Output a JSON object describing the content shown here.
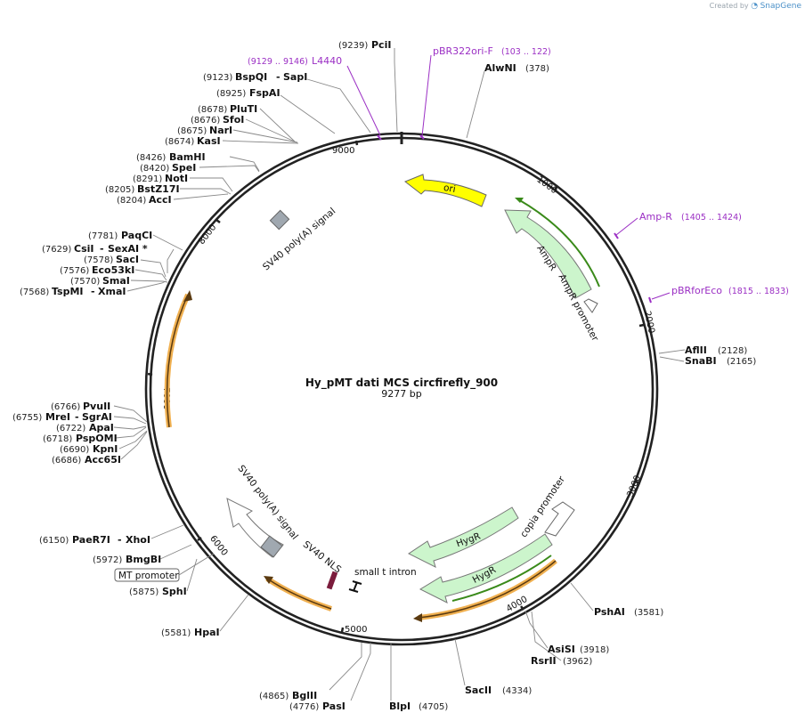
{
  "branding": {
    "created_by": "Created by",
    "app": "SnapGene"
  },
  "plasmid": {
    "name": "Hy_pMT dati MCS circfirefly_900",
    "length": "9277 bp"
  },
  "ticks": [
    "1000",
    "2000",
    "3000",
    "4000",
    "5000",
    "6000",
    "7000",
    "8000",
    "9000"
  ],
  "features": {
    "ori": "ori",
    "ampr": "AmpR",
    "ampr_promoter": "AmpR promoter",
    "sv40_polya_top": "SV40 poly(A) signal",
    "hygr_1": "HygR",
    "hygr_2": "HygR",
    "copia_promoter": "copia promoter",
    "sv40_polya_bottom": "SV40 poly(A) signal",
    "sv40_nls": "SV40 NLS",
    "small_t_intron": "small t intron",
    "mt_promoter": "MT promoter"
  },
  "primers": [
    {
      "name": "L4440",
      "range": "(9129 .. 9146)"
    },
    {
      "name": "pBR322ori-F",
      "range": "(103 .. 122)"
    },
    {
      "name": "Amp-R",
      "range": "(1405 .. 1424)"
    },
    {
      "name": "pBRforEco",
      "range": "(1815 .. 1833)"
    }
  ],
  "sites": [
    {
      "pos": "(9239)",
      "name": "PciI"
    },
    {
      "pos": "(378)",
      "name": "AlwNI"
    },
    {
      "pos": "(9123)",
      "name": "BspQI",
      "extra": "SapI"
    },
    {
      "pos": "(8925)",
      "name": "FspAI"
    },
    {
      "pos": "(8678)",
      "name": "PluTI"
    },
    {
      "pos": "(8676)",
      "name": "SfoI"
    },
    {
      "pos": "(8675)",
      "name": "NarI"
    },
    {
      "pos": "(8674)",
      "name": "KasI"
    },
    {
      "pos": "(8426)",
      "name": "BamHI"
    },
    {
      "pos": "(8420)",
      "name": "SpeI"
    },
    {
      "pos": "(8291)",
      "name": "NotI"
    },
    {
      "pos": "(8205)",
      "name": "BstZ17I"
    },
    {
      "pos": "(8204)",
      "name": "AccI"
    },
    {
      "pos": "(7781)",
      "name": "PaqCI"
    },
    {
      "pos": "(7629)",
      "name": "CsiI",
      "extra": "SexAI *"
    },
    {
      "pos": "(7578)",
      "name": "SacI"
    },
    {
      "pos": "(7576)",
      "name": "Eco53kI"
    },
    {
      "pos": "(7570)",
      "name": "SmaI"
    },
    {
      "pos": "(7568)",
      "name": "TspMI",
      "extra": "XmaI"
    },
    {
      "pos": "(2128)",
      "name": "AflII"
    },
    {
      "pos": "(2165)",
      "name": "SnaBI"
    },
    {
      "pos": "(6766)",
      "name": "PvuII"
    },
    {
      "pos": "(6755)",
      "name": "MreI",
      "extra": "SgrAI"
    },
    {
      "pos": "(6722)",
      "name": "ApaI"
    },
    {
      "pos": "(6718)",
      "name": "PspOMI"
    },
    {
      "pos": "(6690)",
      "name": "KpnI"
    },
    {
      "pos": "(6686)",
      "name": "Acc65I"
    },
    {
      "pos": "(6150)",
      "name": "PaeR7I",
      "extra": "XhoI"
    },
    {
      "pos": "(5972)",
      "name": "BmgBI"
    },
    {
      "pos": "(5875)",
      "name": "SphI"
    },
    {
      "pos": "(5581)",
      "name": "HpaI"
    },
    {
      "pos": "(3581)",
      "name": "PshAI"
    },
    {
      "pos": "(3918)",
      "name": "AsiSI"
    },
    {
      "pos": "(3962)",
      "name": "RsrII"
    },
    {
      "pos": "(4334)",
      "name": "SacII"
    },
    {
      "pos": "(4865)",
      "name": "BglII"
    },
    {
      "pos": "(4776)",
      "name": "PasI"
    },
    {
      "pos": "(4705)",
      "name": "BlpI"
    }
  ],
  "colors": {
    "ori": "#ffff00",
    "ampr": "#ccf5cc",
    "hygr": "#ccf5cc",
    "orange": "#f0b050",
    "green": "#3a8a1a",
    "primer": "#9b2fc4",
    "grey_feature": "#a0a8b0",
    "nls": "#7b1c3c"
  }
}
